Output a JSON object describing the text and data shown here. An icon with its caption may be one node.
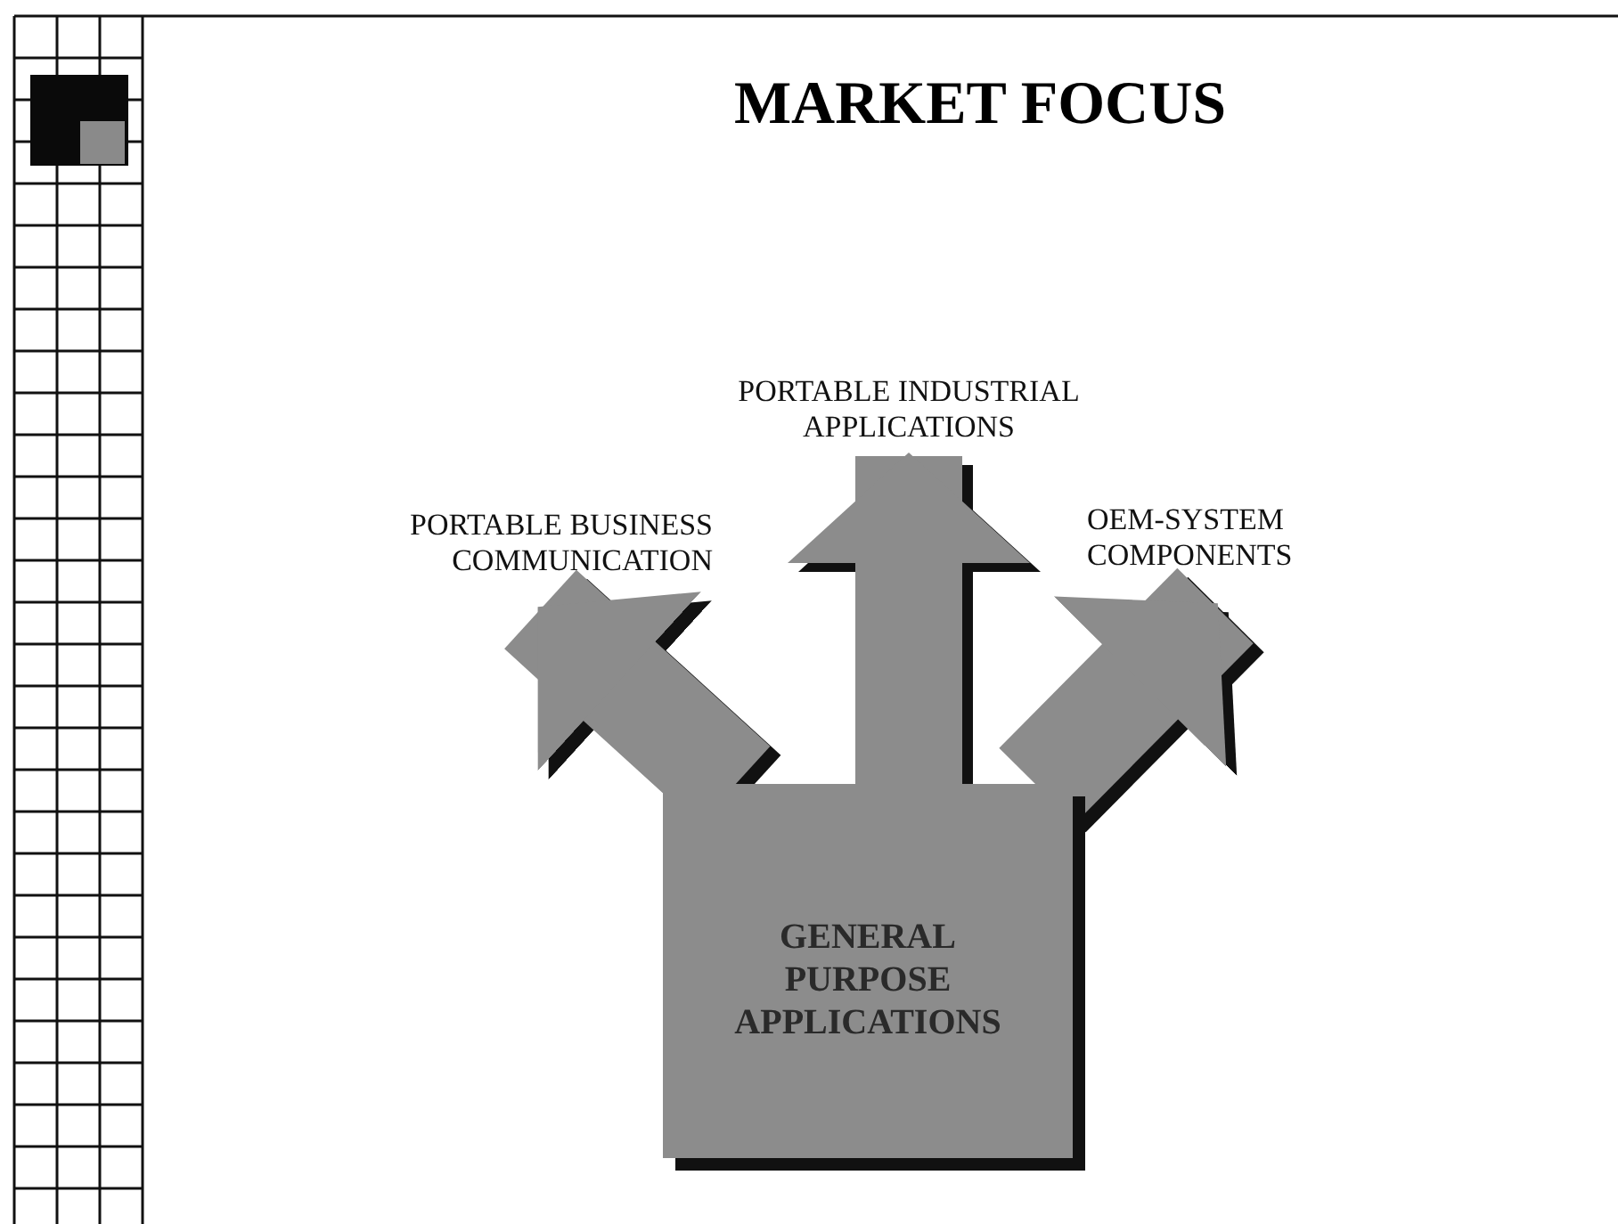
{
  "diagram": {
    "title": "MARKET FOCUS",
    "nodes": [
      {
        "text": [
          "GENERAL PURPOSE APPLICATIONS"
        ]
      },
      {
        "text": [
          "PORTABLE BUSINESS COMMUNICATION"
        ]
      },
      {
        "text": [
          "PORTABLE INDUSTRIAL APPLICATIONS"
        ]
      },
      {
        "text": [
          "OEM-SYSTEM COMPONENTS"
        ]
      }
    ],
    "edges": [
      {
        "from": 0,
        "to": 1,
        "arrow": "to"
      },
      {
        "from": 0,
        "to": 2,
        "arrow": "to"
      },
      {
        "from": 0,
        "to": 3,
        "arrow": "to"
      }
    ]
  }
}
